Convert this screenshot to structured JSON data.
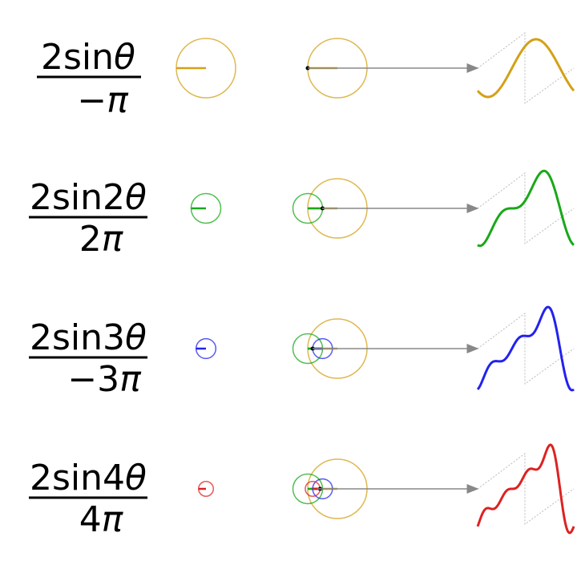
{
  "rows": [
    {
      "id": "h1",
      "numerator": {
        "prefix": "2sin",
        "var": "θ"
      },
      "denominator": {
        "prefix": "−",
        "var": "π"
      },
      "color": "#d4a017",
      "harmonic": 1,
      "coefficient_expr": "2sinθ/−π"
    },
    {
      "id": "h2",
      "numerator": {
        "prefix": "2sin2",
        "var": "θ"
      },
      "denominator": {
        "prefix": "2",
        "var": "π"
      },
      "color": "#19a819",
      "harmonic": 2,
      "coefficient_expr": "2sin2θ/2π"
    },
    {
      "id": "h3",
      "numerator": {
        "prefix": "2sin3",
        "var": "θ"
      },
      "denominator": {
        "prefix": "−3",
        "var": "π"
      },
      "color": "#2222ee",
      "harmonic": 3,
      "coefficient_expr": "2sin3θ/−3π"
    },
    {
      "id": "h4",
      "numerator": {
        "prefix": "2sin4",
        "var": "θ"
      },
      "denominator": {
        "prefix": "4",
        "var": "π"
      },
      "color": "#dd2222",
      "harmonic": 4,
      "coefficient_expr": "2sin4θ/4π"
    }
  ],
  "colors": {
    "axis": "#888888",
    "sawtooth": "#bbbbbb",
    "dot": "#000000"
  }
}
